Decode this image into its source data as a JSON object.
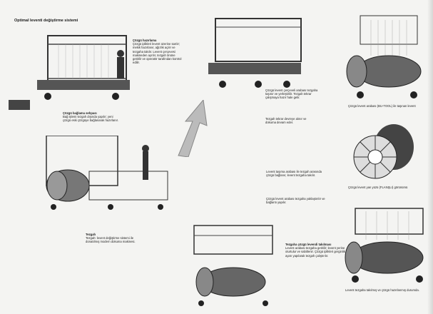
{
  "page": {
    "title": "Optimal leventi değiştirme sistemi",
    "captions": {
      "c1": {
        "head": "Çözgü hazırlama",
        "body": "Çözgü iplikleri levent üzerine sarılır; mekik hazırlanır, ağızlık açılır ve tezgaha takılır. Levent çerçevesi makineden ayrılır, tezgah önüne getirilir ve operatör tarafından kontrol edilir."
      },
      "c2": {
        "head": "Çözgü bağlama sehpası",
        "body": "Bağ işlemi tezgah dışında yapılır; yeni çözgü eski çözgüye bağlanarak hazırlanır."
      },
      "c3": {
        "head": "",
        "body": "Çözgü levent çerçeveli arabası tezgaha taşınır ve yerleştirilir. Tezgah tekrar çalışmaya hazır hale gelir."
      },
      "c4": {
        "head": "",
        "body": "Tezgah tekrar devreye alınır ve dokuma devam eder."
      },
      "c5": {
        "head": "",
        "body": "Çözgü levent arabası (BU-TOOL) ile taşınan levent"
      },
      "c6": {
        "head": "",
        "body": "Çözgü levent yan yüzü (FLANŞLI) görünümü"
      },
      "c7": {
        "head": "",
        "body": "Levent taşıma arabası ile tezgah arasında çözgü bağlanır, levent tezgaha takılır."
      },
      "c8": {
        "head": "",
        "body": "Çözgü levent arabası tezgaha yaklaştırılır ve bağlantı yapılır."
      },
      "c9": {
        "head": "Tezgah",
        "body": "Tezgah: levent değiştirme sistemi ile donatılmış modern dokuma makinesi."
      },
      "c10": {
        "head": "Tezgaha çözgü levendi takılması",
        "body": "Levent arabası tezgaha getirilir; levent yerine oturtulur ve sabitlenir. Çözgü iplikleri gerginlik ayarı yapılarak tezgah çalıştırılır."
      },
      "c11": {
        "head": "",
        "body": "Levent tezgaha takılmış ve çözgü hazırlanmış durumda."
      }
    }
  }
}
